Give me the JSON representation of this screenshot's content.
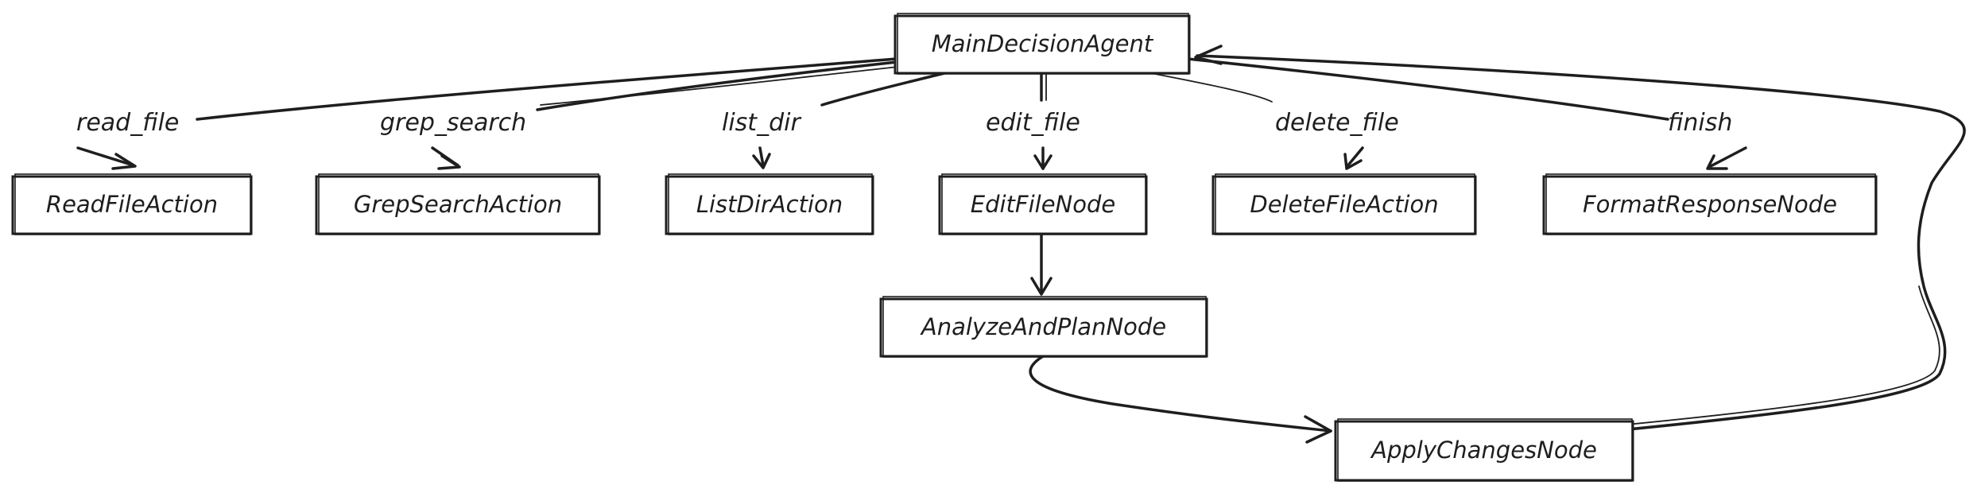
{
  "diagram": {
    "nodes": {
      "main": "MainDecisionAgent",
      "read": "ReadFileAction",
      "grep": "GrepSearchAction",
      "listdir": "ListDirAction",
      "edit": "EditFileNode",
      "delete": "DeleteFileAction",
      "format": "FormatResponseNode",
      "analyze": "AnalyzeAndPlanNode",
      "apply": "ApplyChangesNode"
    },
    "edges": {
      "read_file": "read_file",
      "grep_search": "grep_search",
      "list_dir": "list_dir",
      "edit_file": "edit_file",
      "delete_file": "delete_file",
      "finish": "finish"
    }
  }
}
